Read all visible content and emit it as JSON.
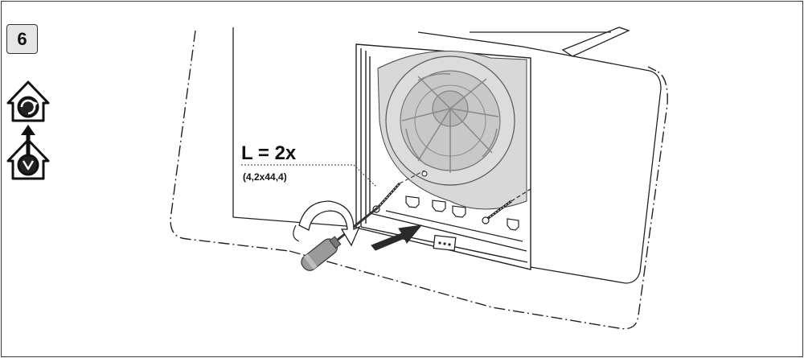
{
  "step": {
    "number": "6"
  },
  "mode_icons": {
    "top": "recirculation-mode-icon",
    "bottom": "extraction-mode-icon"
  },
  "screw_label": {
    "quantity": "L = 2x",
    "dimensions": "(4,2x44,4)"
  },
  "colors": {
    "line": "#222222",
    "fan_gray": "#cfcfcf",
    "arrow_dark": "#2a2a2a",
    "badge_bg": "#e6e6e6"
  }
}
